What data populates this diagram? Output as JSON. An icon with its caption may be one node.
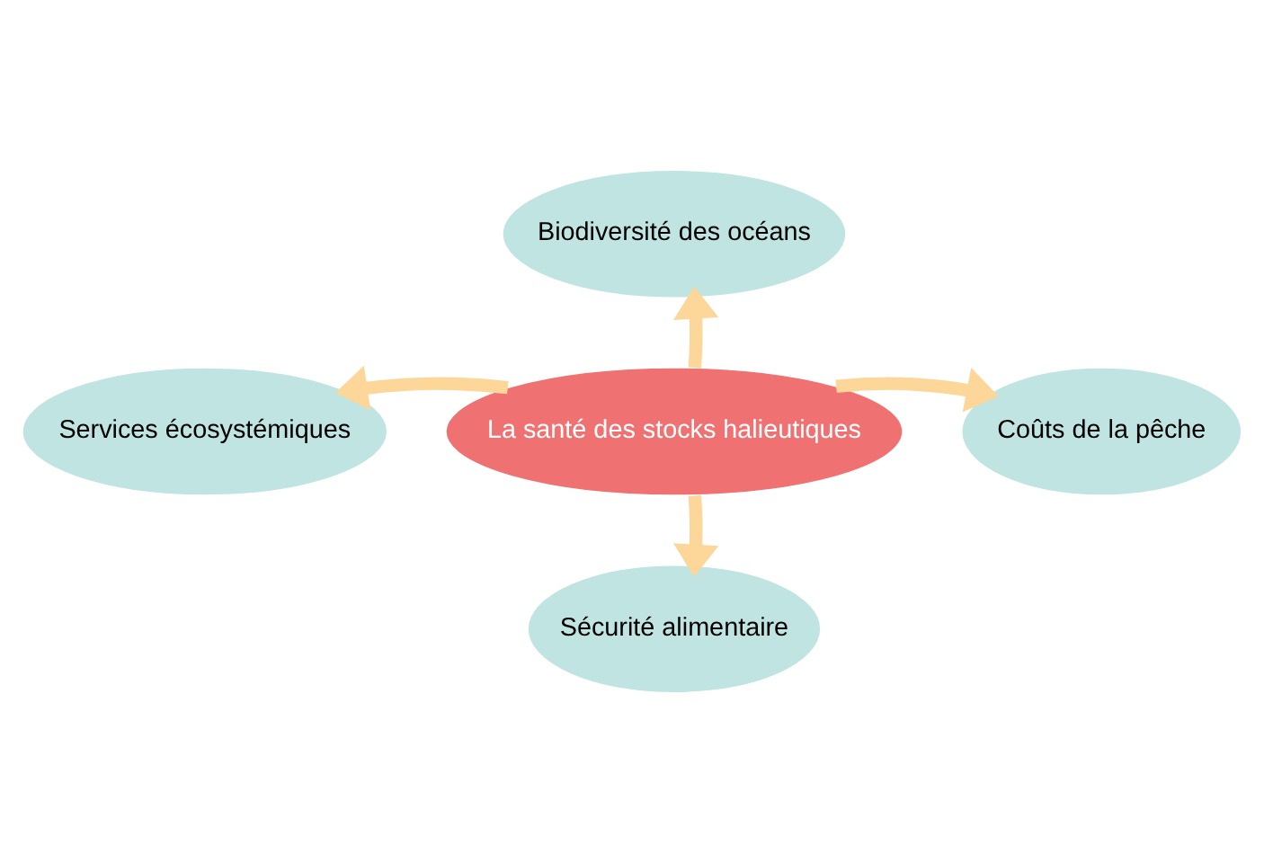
{
  "diagram": {
    "nodes": [
      {
        "text": [
          "Biodiversité des océans"
        ]
      },
      {
        "text": [
          "Services écosystémiques"
        ]
      },
      {
        "text": [
          "La santé des stocks halieutiques"
        ]
      },
      {
        "text": [
          "Coûts de la pêche"
        ]
      },
      {
        "text": [
          "Sécurité alimentaire"
        ]
      }
    ],
    "edges": [
      {
        "from": 2,
        "to": 0,
        "arrow": "to"
      },
      {
        "from": 2,
        "to": 1,
        "arrow": "to"
      },
      {
        "from": 2,
        "to": 3,
        "arrow": "to"
      },
      {
        "from": 2,
        "to": 4,
        "arrow": "to"
      }
    ]
  }
}
